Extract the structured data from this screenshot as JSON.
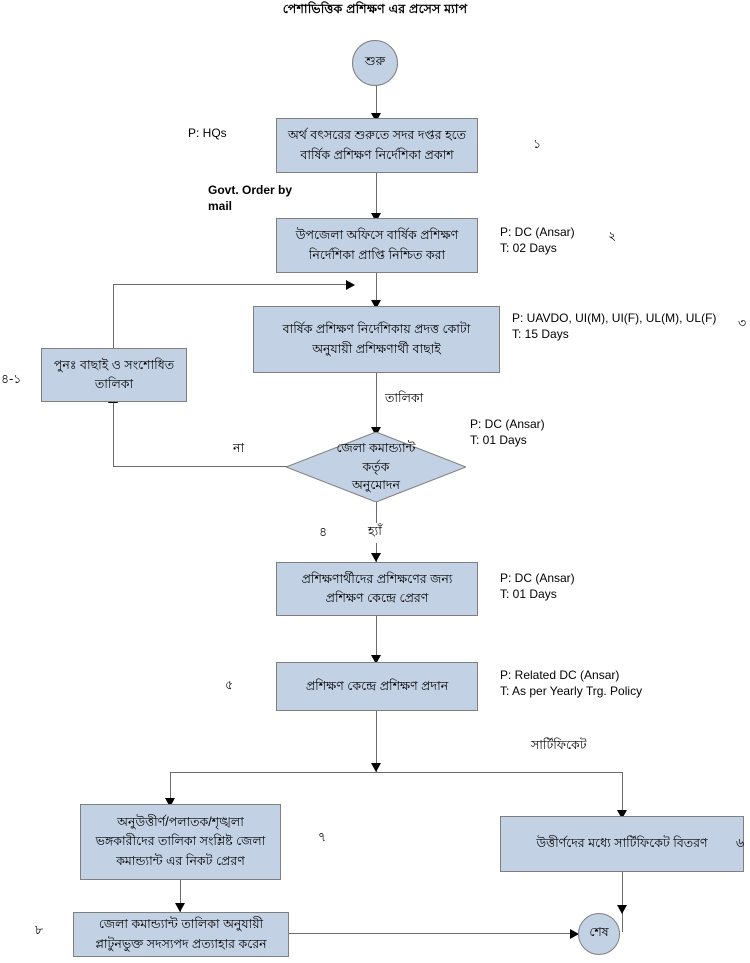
{
  "title": "পেশাভিত্তিক প্রশিক্ষণ এর প্রসেস ম্যাপ",
  "nodes": {
    "start": {
      "label": "শুরু"
    },
    "end": {
      "label": "শেষ"
    },
    "step1": {
      "label": "অর্থ বৎসরের শুরুতে সদর দপ্তর হতে\nবার্ষিক প্রশিক্ষণ নির্দেশিকা প্রকাশ"
    },
    "step2": {
      "label": "উপজেলা অফিসে বার্ষিক প্রশিক্ষণ\nনির্দেশিকা প্রাপ্তি নিশ্চিত করা"
    },
    "step3": {
      "label": "বার্ষিক প্রশিক্ষণ নির্দেশিকায় প্রদত্ত কোটা\nঅনুযায়ী প্রশিক্ষণার্থী বাছাই"
    },
    "reselect": {
      "label": "পুনঃ  বাছাই ও সংশোধিত\nতালিকা"
    },
    "decision": {
      "label": "জেলা কমান্ড্যান্ট\nকর্তৃক\nঅনুমোদন"
    },
    "step5": {
      "label": "প্রশিক্ষণার্থীদের প্রশিক্ষণের জন্য\nপ্রশিক্ষণ কেন্দ্রে প্রেরণ"
    },
    "step6": {
      "label": "প্রশিক্ষণ কেন্দ্রে প্রশিক্ষণ প্রদান"
    },
    "failList": {
      "label": "অনুউত্তীর্ণ/পলাতক/শৃঙ্খলা\nভঙ্গকারীদের তালিকা সংশ্লিষ্ট  জেলা\nকমান্ড্যান্ট এর নিকট প্রেরণ"
    },
    "certificate": {
      "label": "উত্তীর্ণদের মধ্যে সার্টিফিকেট বিতরণ"
    },
    "withdraw": {
      "label": "জেলা কমান্ড্যান্ট তালিকা অনুযায়ী\nপ্লাটুনভুক্ত সদস্যপদ প্রত্যাহার করেন"
    }
  },
  "annotations": {
    "a1": "P: HQs",
    "a_govt": "Govt. Order by\nmail",
    "a2": "P: DC (Ansar)\nT: 02 Days",
    "a3": "P: UAVDO, UI(M), UI(F), UL(M), UL(F)\nT: 15 Days",
    "a4": "P: DC (Ansar)\nT: 01 Days",
    "a5": "P: DC (Ansar)\nT: 01 Days",
    "a6": "P: Related DC (Ansar)\nT: As per Yearly Trg. Policy"
  },
  "step_numbers": {
    "n1": "১",
    "n2": "২",
    "n3": "৩",
    "n4_1": "৪-১",
    "n4": "৪",
    "n5": "৫",
    "n6": "৬",
    "n7": "৭",
    "n8": "৮"
  },
  "edge_labels": {
    "list": "তালিকা",
    "no": "না",
    "yes": "হ্যাঁ",
    "certificate": "সার্টিফিকেট"
  },
  "colors": {
    "node_fill": "#c3d1e4",
    "node_border": "#7f7f7f",
    "connector": "#6b6b6b",
    "text": "#000000",
    "background": "#ffffff"
  }
}
